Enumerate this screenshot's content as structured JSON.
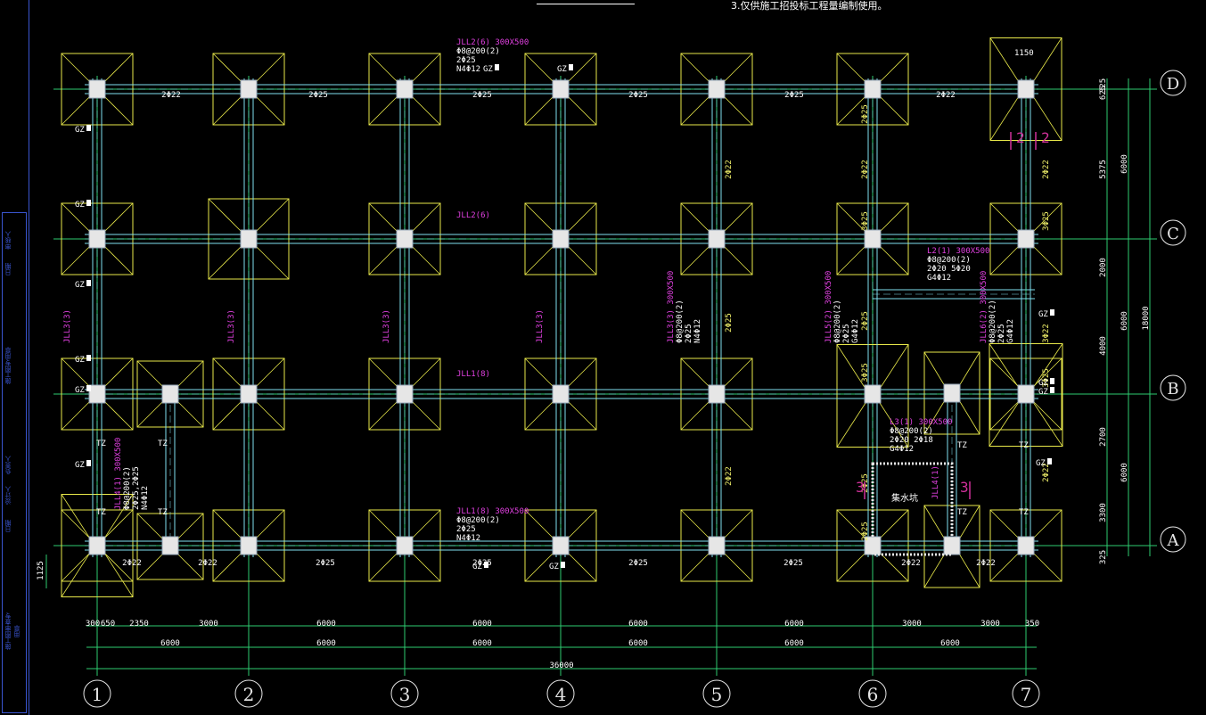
{
  "header_note": "3.仅供施工招投标工程量编制使用。",
  "grid": {
    "columns": [
      "1",
      "2",
      "3",
      "4",
      "5",
      "6",
      "7"
    ],
    "rows": [
      "A",
      "B",
      "C",
      "D"
    ]
  },
  "dimensions": {
    "bottom_row1": [
      "300",
      "650",
      "2350",
      "3000",
      "6000",
      "6000",
      "6000",
      "6000",
      "3000",
      "3000",
      "350"
    ],
    "bottom_row2": [
      "6000",
      "6000",
      "6000",
      "6000",
      "6000",
      "6000"
    ],
    "bottom_total": "36000",
    "right_col1": [
      "325",
      "625",
      "5375",
      "2000",
      "4000",
      "2700",
      "3300",
      "325"
    ],
    "right_col2": [
      "6000",
      "6000",
      "6000"
    ],
    "right_total": "18000",
    "left_offset": "1125",
    "top_right": "1150"
  },
  "beam_labels": {
    "jll2_6_top": [
      "JLL2(6) 300X500",
      "Φ8@200(2)",
      "2Φ25",
      "N4Φ12"
    ],
    "jll2_6_mid": "JLL2(6)",
    "jll1_8_mid": "JLL1(8)",
    "jll1_8_bot": [
      "JLL1(8) 300X500",
      "Φ8@200(2)",
      "2Φ25",
      "N4Φ12"
    ],
    "jll4_1": [
      "JLL4(1) 300X500",
      "Φ8@200(2)",
      "2Φ25,2Φ25",
      "N4Φ12"
    ],
    "jll3_c1": "JLL3(3)",
    "jll3_c2": "JLL3(3)",
    "jll3_c3": "JLL3(3)",
    "jll3_c4": "JLL3(3)",
    "jll3_c5": [
      "JLL3(3) 300X500",
      "Φ8@200(2)",
      "2Φ25",
      "N4Φ12"
    ],
    "jll5_c6": [
      "JLL5(2) 300X500",
      "Φ8@200(2)",
      "2Φ25",
      "G4Φ12"
    ],
    "jll6_c7": [
      "JLL6(2) 300X500",
      "Φ8@200(2)",
      "2Φ25",
      "G4Φ12"
    ],
    "l2": [
      "L2(1) 300X500",
      "Φ8@200(2)",
      "2Φ20 5Φ20",
      "G4Φ12"
    ],
    "l3": [
      "L3(1) 300X500",
      "Φ8@200(2)",
      "2Φ20 2Φ18",
      "G4Φ12"
    ],
    "jll4_small": "JLL4(1)",
    "pit": "集水坑"
  },
  "rebar_labels": {
    "top_row": [
      "2Φ22",
      "2Φ25",
      "2Φ25",
      "2Φ25",
      "2Φ25",
      "2Φ22"
    ],
    "bottom_row": [
      "2Φ22",
      "2Φ22",
      "2Φ25",
      "2Φ25",
      "2Φ25",
      "2Φ25",
      "2Φ22",
      "2Φ22"
    ],
    "col5": [
      "2Φ22",
      "2Φ25",
      "2Φ22"
    ],
    "col6": [
      "2Φ25",
      "2Φ22",
      "3Φ25",
      "2Φ25",
      "3Φ25",
      "2Φ25",
      "2Φ25"
    ],
    "col7": [
      "2Φ22",
      "3Φ25",
      "3Φ22",
      "3Φ25",
      "2Φ22"
    ]
  },
  "markers": {
    "gz": "GZ",
    "tz": "TZ",
    "section_2": "2",
    "section_3": "3"
  },
  "title_block": [
    "审核人",
    "日期",
    "施工图专用章",
    "负责人",
    "设计人",
    "日期",
    "施工图审查专用章"
  ],
  "colors": {
    "background": "#000000",
    "grid_line": "#2ecc71",
    "beam": "#7fe0f0",
    "footing": "#e8e84a",
    "column": "#e6e6e6",
    "label_magenta": "#e040e0",
    "label_white": "#ffffff",
    "rebar_yellow": "#f2f26a",
    "section_mark": "#d0309a",
    "title_block": "#3a55d0"
  }
}
